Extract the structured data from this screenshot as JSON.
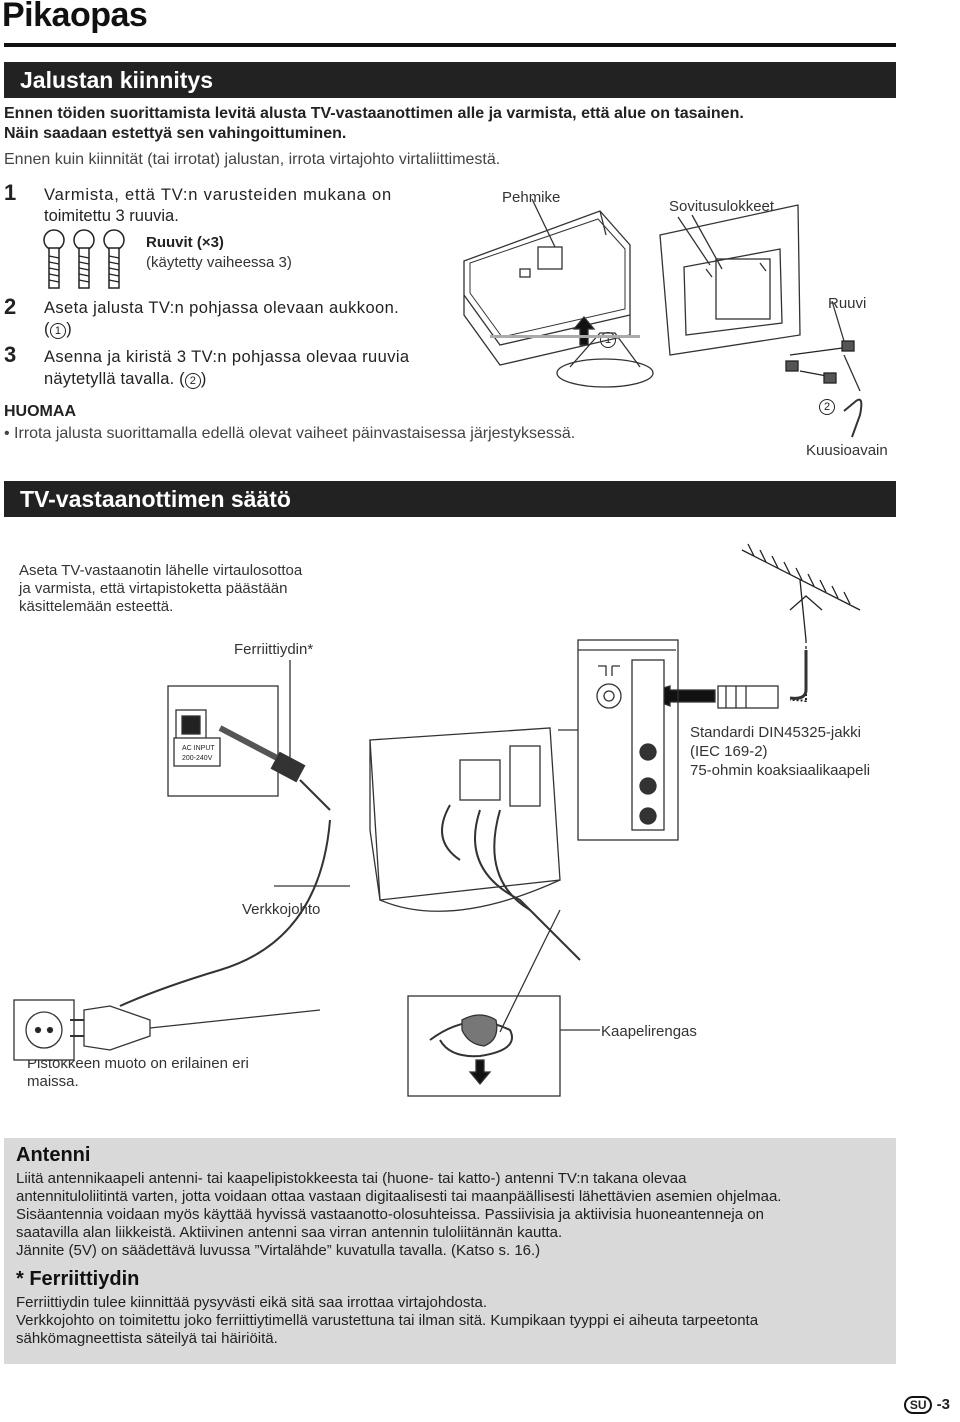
{
  "page_title": "Pikaopas",
  "section1": {
    "heading": "Jalustan kiinnitys",
    "warning_line1": "Ennen töiden suorittamista levitä alusta TV-vastaanottimen alle ja varmista, että alue on tasainen.",
    "warning_line2": "Näin saadaan estettyä sen vahingoittuminen.",
    "note_line": "Ennen kuin kiinnität (tai irrotat) jalustan, irrota virtajohto virtaliittimestä.",
    "step1_num": "1",
    "step1_line1": "Varmista, että TV:n varusteiden mukana on",
    "step1_line2": "toimitettu 3 ruuvia.",
    "screws_label": "Ruuvit (",
    "screws_count": "×3)",
    "screws_sub": "(käytetty vaiheessa 3)",
    "step2_num": "2",
    "step2_line1": "Aseta jalusta TV:n pohjassa olevaan aukkoon.",
    "step2_ref": "1",
    "step3_num": "3",
    "step3_line1": "Asenna ja kiristä 3 TV:n pohjassa olevaa ruuvia",
    "step3_line2": "näytetyllä tavalla.",
    "step3_ref": "2",
    "huomaa_heading": "HUOMAA",
    "huomaa_bullet": "Irrota jalusta suorittamalla edellä olevat vaiheet päinvastaisessa järjestyksessä.",
    "labels": {
      "pehmike": "Pehmike",
      "sovitusulokkeet": "Sovitusulokkeet",
      "ruuvi": "Ruuvi",
      "kuusioavain": "Kuusioavain",
      "marker1": "1",
      "marker2": "2"
    }
  },
  "section2": {
    "heading": "TV-vastaanottimen säätö",
    "intro_line1": "Aseta TV-vastaanotin lähelle virtaulosottoa",
    "intro_line2": "ja varmista, että virtapistoketta päästään",
    "intro_line3": "käsittelemään esteettä.",
    "labels": {
      "ferriittiydin": "Ferriittiydin*",
      "din_line1": "Standardi DIN45325-jakki",
      "din_line2": "(IEC 169-2)",
      "din_line3": "75-ohmin koaksiaalikaapeli",
      "verkkojohto": "Verkkojohto",
      "kaapelirengas": "Kaapelirengas",
      "pistoke_line1": "Pistokkeen muoto on erilainen eri",
      "pistoke_line2": "maissa.",
      "ac_input": "AC INPUT",
      "ac_voltage": "200-240V"
    }
  },
  "antenni": {
    "heading": "Antenni",
    "lines": [
      "Liitä antennikaapeli antenni- tai kaapelipistokkeesta tai (huone- tai katto-) antenni TV:n takana olevaa",
      "antennituloliitintä varten, jotta voidaan ottaa vastaan digitaalisesti tai maanpäällisesti lähettävien asemien ohjelmaa.",
      "Sisäantennia voidaan myös käyttää hyvissä vastaanotto-olosuhteissa. Passiivisia ja aktiivisia huoneantenneja on",
      "saatavilla alan liikkeistä. Aktiivinen antenni saa virran antennin tuloliitännän kautta.",
      "Jännite (5V) on säädettävä luvussa ”Virtalähde” kuvatulla tavalla. (Katso s. 16.)"
    ]
  },
  "ferriittiydin": {
    "heading": "* Ferriittiydin",
    "lines": [
      "Ferriittiydin tulee kiinnittää pysyvästi eikä sitä saa irrottaa virtajohdosta.",
      "Verkkojohto on toimitettu joko ferriittiytimellä varustettuna tai ilman sitä. Kumpikaan tyyppi ei aiheuta tarpeetonta",
      "sähkömagneettista säteilyä tai häiriöitä."
    ]
  },
  "page_number": {
    "lang_badge": "SU",
    "number": "-3"
  }
}
